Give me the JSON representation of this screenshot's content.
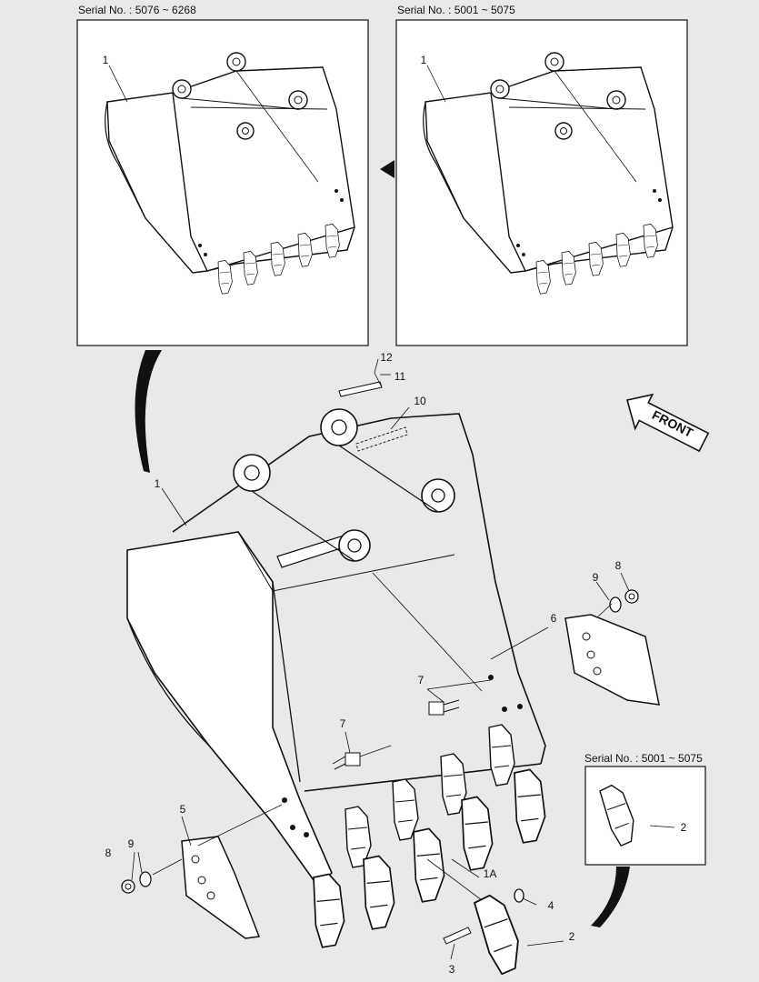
{
  "serials": {
    "top_left": "Serial No. : 5076 ~ 6268",
    "top_right": "Serial No. : 5001 ~ 5075",
    "inset": "Serial No. : 5001 ~ 5075"
  },
  "front_label": "FRONT",
  "callouts": {
    "tl_1": "1",
    "tr_1": "1",
    "c12": "12",
    "c11": "11",
    "c10": "10",
    "c1": "1",
    "c9a": "9",
    "c8a": "8",
    "c6": "6",
    "c7a": "7",
    "c7b": "7",
    "c5": "5",
    "c9b": "9",
    "c8b": "8",
    "c1A": "1A",
    "c4": "4",
    "c2": "2",
    "c3": "3",
    "inset_2": "2"
  }
}
